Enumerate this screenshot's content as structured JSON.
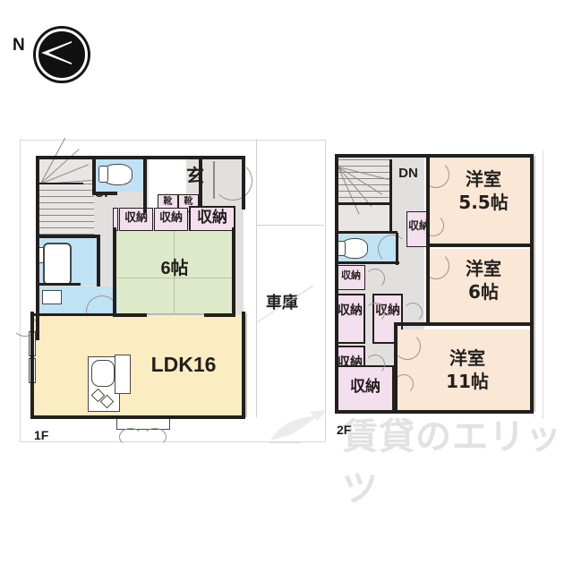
{
  "compass": {
    "label": "N",
    "icon": "north-arrow-icon"
  },
  "watermark": {
    "text": "賃貸のエリッツ",
    "logo": "erits-logo"
  },
  "floor1": {
    "tag": "1F",
    "rooms": [
      {
        "key": "genkan",
        "label": "玄",
        "name": "entrance-hall"
      },
      {
        "key": "tatami",
        "label": "6帖",
        "name": "japanese-room-6jo"
      },
      {
        "key": "ldk",
        "label": "LDK16",
        "name": "ldk-16"
      },
      {
        "key": "garage",
        "label": "車庫",
        "name": "garage"
      },
      {
        "key": "stairup",
        "label": "UP",
        "name": "stairs-up"
      }
    ],
    "closets": [
      {
        "label": "収納",
        "name": "closet-1f-a"
      },
      {
        "label": "収納",
        "name": "closet-1f-b"
      },
      {
        "label": "収納",
        "name": "closet-1f-c"
      }
    ],
    "shoeboxes": [
      {
        "label": "靴",
        "name": "shoe-box-a"
      },
      {
        "label": "靴",
        "name": "shoe-box-b"
      }
    ]
  },
  "floor2": {
    "tag": "2F",
    "stairs_label": "DN",
    "rooms": [
      {
        "key": "yoshitsu55",
        "label": "洋室",
        "size": "5.5帖",
        "name": "western-room-5-5jo"
      },
      {
        "key": "yoshitsu6",
        "label": "洋室",
        "size": "6帖",
        "name": "western-room-6jo"
      },
      {
        "key": "yoshitsu11",
        "label": "洋室",
        "size": "11帖",
        "name": "western-room-11jo"
      }
    ],
    "closets": [
      {
        "label": "収納",
        "name": "closet-2f-a"
      },
      {
        "label": "収納",
        "name": "closet-2f-b"
      },
      {
        "label": "収納",
        "name": "closet-2f-c"
      },
      {
        "label": "収納",
        "name": "closet-2f-d"
      },
      {
        "label": "収納",
        "name": "closet-2f-e"
      },
      {
        "label": "収納",
        "name": "closet-2f-f"
      }
    ]
  },
  "colors": {
    "tatami": "#dde9c9",
    "ldk": "#fbecc2",
    "water": "#bfe2f5",
    "hall": "#e2e0de",
    "closet": "#f3dfee",
    "room2f": "#fbe7d6",
    "wall": "#231f1c",
    "watermark": "#e2e2e2"
  }
}
